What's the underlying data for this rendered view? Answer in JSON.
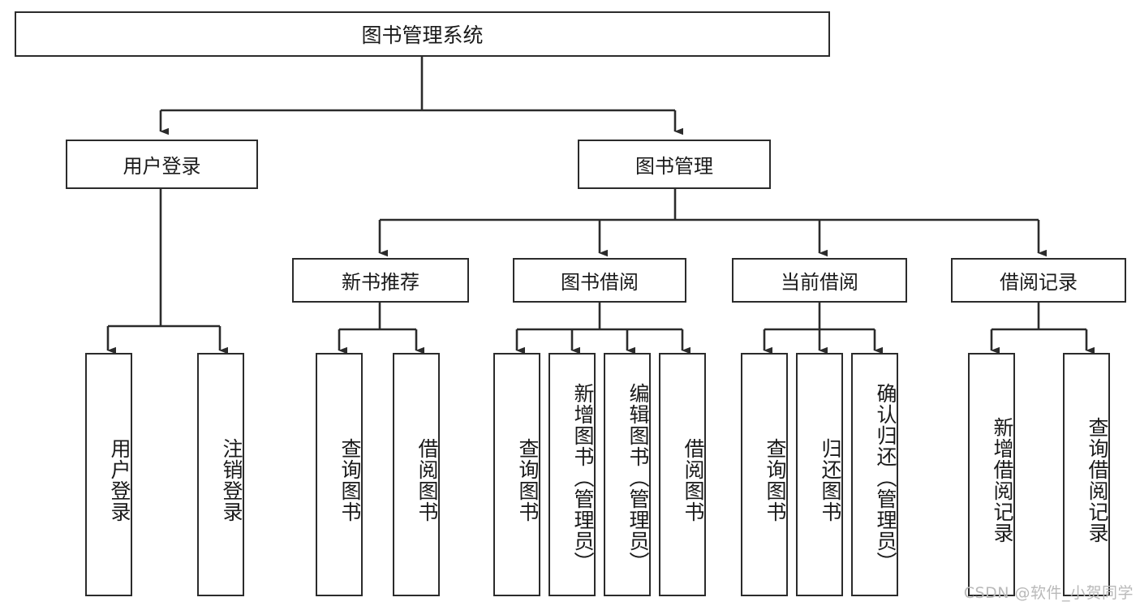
{
  "diagram": {
    "title": "图书管理系统",
    "type": "tree",
    "root": {
      "label": "图书管理系统"
    },
    "level2": [
      {
        "label": "用户登录"
      },
      {
        "label": "图书管理"
      }
    ],
    "level3": [
      {
        "label": "新书推荐"
      },
      {
        "label": "图书借阅"
      },
      {
        "label": "当前借阅"
      },
      {
        "label": "借阅记录"
      }
    ],
    "leaves": {
      "user_login": [
        {
          "label": "用户登录"
        },
        {
          "label": "注销登录"
        }
      ],
      "new_book_recommend": [
        {
          "label": "查询图书"
        },
        {
          "label": "借阅图书"
        }
      ],
      "book_borrow": [
        {
          "label": "查询图书"
        },
        {
          "label": "新增图书（管理员）"
        },
        {
          "label": "编辑图书（管理员）"
        },
        {
          "label": "借阅图书"
        }
      ],
      "current_borrow": [
        {
          "label": "查询图书"
        },
        {
          "label": "归还图书"
        },
        {
          "label": "确认归还（管理员）"
        }
      ],
      "borrow_records": [
        {
          "label": "新增借阅记录"
        },
        {
          "label": "查询借阅记录"
        }
      ]
    }
  },
  "watermark": {
    "text": "CSDN @软件_小贺同学"
  },
  "colors": {
    "stroke": "#2b2b2b",
    "background": "#ffffff",
    "text": "#1a1a1a",
    "watermark": "#b9b9b9"
  }
}
